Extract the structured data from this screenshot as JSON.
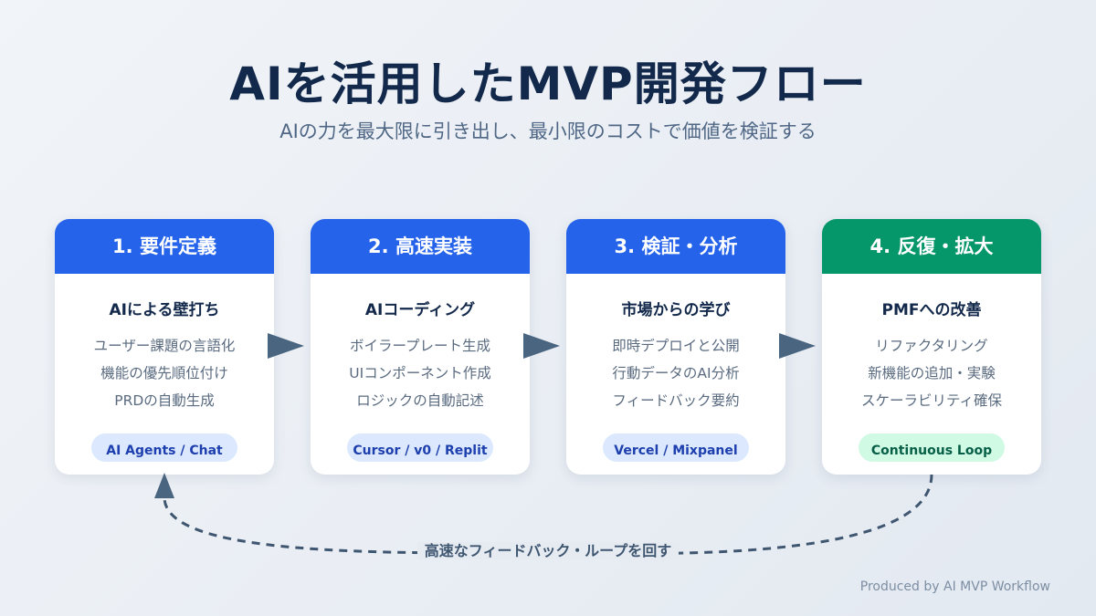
{
  "title": "AIを活用したMVP開発フロー",
  "subtitle": "AIの力を最大限に引き出し、最小限のコストで価値を検証する",
  "steps": [
    {
      "header": "1. 要件定義",
      "heading": "AIによる壁打ち",
      "items": [
        "ユーザー課題の言語化",
        "機能の優先順位付け",
        "PRDの自動生成"
      ],
      "tool": "AI Agents / Chat",
      "color": "#2563eb",
      "pill_bg": "#dbe8fe",
      "pill_fg": "#1e40af"
    },
    {
      "header": "2. 高速実装",
      "heading": "AIコーディング",
      "items": [
        "ボイラープレート生成",
        "UIコンポーネント作成",
        "ロジックの自動記述"
      ],
      "tool": "Cursor / v0 / Replit",
      "color": "#2563eb",
      "pill_bg": "#dbe8fe",
      "pill_fg": "#1e40af"
    },
    {
      "header": "3. 検証・分析",
      "heading": "市場からの学び",
      "items": [
        "即時デプロイと公開",
        "行動データのAI分析",
        "フィードバック要約"
      ],
      "tool": "Vercel / Mixpanel",
      "color": "#2563eb",
      "pill_bg": "#dbe8fe",
      "pill_fg": "#1e40af"
    },
    {
      "header": "4. 反復・拡大",
      "heading": "PMFへの改善",
      "items": [
        "リファクタリング",
        "新機能の追加・実験",
        "スケーラビリティ確保"
      ],
      "tool": "Continuous Loop",
      "color": "#059669",
      "pill_bg": "#d1fae5",
      "pill_fg": "#065f46"
    }
  ],
  "loop_label": "高速なフィードバック・ループを回す",
  "footer": "Produced by AI MVP Workflow"
}
